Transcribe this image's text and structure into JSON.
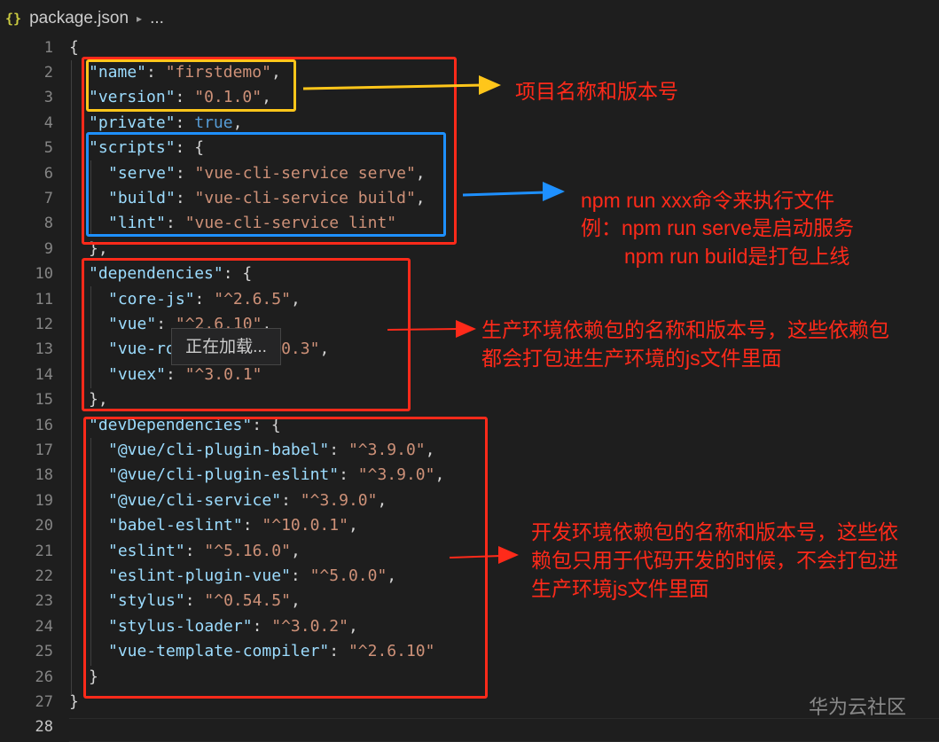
{
  "breadcrumb": {
    "icon": "{}",
    "file": "package.json",
    "separator": "▸",
    "more": "..."
  },
  "line_numbers": [
    "1",
    "2",
    "3",
    "4",
    "5",
    "6",
    "7",
    "8",
    "9",
    "10",
    "11",
    "12",
    "13",
    "14",
    "15",
    "16",
    "17",
    "18",
    "19",
    "20",
    "21",
    "22",
    "23",
    "24",
    "25",
    "26",
    "27",
    "28"
  ],
  "code": [
    [
      {
        "t": "{",
        "c": "p"
      }
    ],
    [
      {
        "t": "\"name\"",
        "c": "k"
      },
      {
        "t": ": ",
        "c": "p"
      },
      {
        "t": "\"firstdemo\"",
        "c": "s"
      },
      {
        "t": ",",
        "c": "p"
      }
    ],
    [
      {
        "t": "\"version\"",
        "c": "k"
      },
      {
        "t": ": ",
        "c": "p"
      },
      {
        "t": "\"0.1.0\"",
        "c": "s"
      },
      {
        "t": ",",
        "c": "p"
      }
    ],
    [
      {
        "t": "\"private\"",
        "c": "k"
      },
      {
        "t": ": ",
        "c": "p"
      },
      {
        "t": "true",
        "c": "b"
      },
      {
        "t": ",",
        "c": "p"
      }
    ],
    [
      {
        "t": "\"scripts\"",
        "c": "k"
      },
      {
        "t": ": {",
        "c": "p"
      }
    ],
    [
      {
        "t": "\"serve\"",
        "c": "k"
      },
      {
        "t": ": ",
        "c": "p"
      },
      {
        "t": "\"vue-cli-service serve\"",
        "c": "s"
      },
      {
        "t": ",",
        "c": "p"
      }
    ],
    [
      {
        "t": "\"build\"",
        "c": "k"
      },
      {
        "t": ": ",
        "c": "p"
      },
      {
        "t": "\"vue-cli-service build\"",
        "c": "s"
      },
      {
        "t": ",",
        "c": "p"
      }
    ],
    [
      {
        "t": "\"lint\"",
        "c": "k"
      },
      {
        "t": ": ",
        "c": "p"
      },
      {
        "t": "\"vue-cli-service lint\"",
        "c": "s"
      }
    ],
    [
      {
        "t": "},",
        "c": "p"
      }
    ],
    [
      {
        "t": "\"dependencies\"",
        "c": "k"
      },
      {
        "t": ": {",
        "c": "p"
      }
    ],
    [
      {
        "t": "\"core-js\"",
        "c": "k"
      },
      {
        "t": ": ",
        "c": "p"
      },
      {
        "t": "\"^2.6.5\"",
        "c": "s"
      },
      {
        "t": ",",
        "c": "p"
      }
    ],
    [
      {
        "t": "\"vue\"",
        "c": "k"
      },
      {
        "t": ": ",
        "c": "p"
      },
      {
        "t": "\"^2.6.10\"",
        "c": "s"
      },
      {
        "t": ",",
        "c": "p"
      }
    ],
    [
      {
        "t": "\"vue-router\"",
        "c": "k"
      },
      {
        "t": ": ",
        "c": "p"
      },
      {
        "t": "\"^3.0.3\"",
        "c": "s"
      },
      {
        "t": ",",
        "c": "p"
      }
    ],
    [
      {
        "t": "\"vuex\"",
        "c": "k"
      },
      {
        "t": ": ",
        "c": "p"
      },
      {
        "t": "\"^3.0.1\"",
        "c": "s"
      }
    ],
    [
      {
        "t": "},",
        "c": "p"
      }
    ],
    [
      {
        "t": "\"devDependencies\"",
        "c": "k"
      },
      {
        "t": ": {",
        "c": "p"
      }
    ],
    [
      {
        "t": "\"@vue/cli-plugin-babel\"",
        "c": "k"
      },
      {
        "t": ": ",
        "c": "p"
      },
      {
        "t": "\"^3.9.0\"",
        "c": "s"
      },
      {
        "t": ",",
        "c": "p"
      }
    ],
    [
      {
        "t": "\"@vue/cli-plugin-eslint\"",
        "c": "k"
      },
      {
        "t": ": ",
        "c": "p"
      },
      {
        "t": "\"^3.9.0\"",
        "c": "s"
      },
      {
        "t": ",",
        "c": "p"
      }
    ],
    [
      {
        "t": "\"@vue/cli-service\"",
        "c": "k"
      },
      {
        "t": ": ",
        "c": "p"
      },
      {
        "t": "\"^3.9.0\"",
        "c": "s"
      },
      {
        "t": ",",
        "c": "p"
      }
    ],
    [
      {
        "t": "\"babel-eslint\"",
        "c": "k"
      },
      {
        "t": ": ",
        "c": "p"
      },
      {
        "t": "\"^10.0.1\"",
        "c": "s"
      },
      {
        "t": ",",
        "c": "p"
      }
    ],
    [
      {
        "t": "\"eslint\"",
        "c": "k"
      },
      {
        "t": ": ",
        "c": "p"
      },
      {
        "t": "\"^5.16.0\"",
        "c": "s"
      },
      {
        "t": ",",
        "c": "p"
      }
    ],
    [
      {
        "t": "\"eslint-plugin-vue\"",
        "c": "k"
      },
      {
        "t": ": ",
        "c": "p"
      },
      {
        "t": "\"^5.0.0\"",
        "c": "s"
      },
      {
        "t": ",",
        "c": "p"
      }
    ],
    [
      {
        "t": "\"stylus\"",
        "c": "k"
      },
      {
        "t": ": ",
        "c": "p"
      },
      {
        "t": "\"^0.54.5\"",
        "c": "s"
      },
      {
        "t": ",",
        "c": "p"
      }
    ],
    [
      {
        "t": "\"stylus-loader\"",
        "c": "k"
      },
      {
        "t": ": ",
        "c": "p"
      },
      {
        "t": "\"^3.0.2\"",
        "c": "s"
      },
      {
        "t": ",",
        "c": "p"
      }
    ],
    [
      {
        "t": "\"vue-template-compiler\"",
        "c": "k"
      },
      {
        "t": ": ",
        "c": "p"
      },
      {
        "t": "\"^2.6.10\"",
        "c": "s"
      }
    ],
    [
      {
        "t": "}",
        "c": "p"
      }
    ],
    [
      {
        "t": "}",
        "c": "p"
      }
    ],
    []
  ],
  "annotations": {
    "name_version": "项目名称和版本号",
    "scripts_line1": "npm run xxx命令来执行文件",
    "scripts_line2": "例：npm run serve是启动服务",
    "scripts_line3": "npm run build是打包上线",
    "deps_line1": "生产环境依赖包的名称和版本号，这些依赖包",
    "deps_line2": "都会打包进生产环境的js文件里面",
    "devdeps_line1": "开发环境依赖包的名称和版本号，这些依",
    "devdeps_line2": "赖包只用于代码开发的时候，不会打包进",
    "devdeps_line3": "生产环境js文件里面"
  },
  "tooltip": "正在加载...",
  "watermark": "华为云社区",
  "colors": {
    "background": "#1e1e1e",
    "json_key": "#9cdcfe",
    "json_string": "#ce9178",
    "json_boolean": "#569cd6",
    "annotation_red": "#ff2a1a",
    "annotation_yellow": "#ffc61a",
    "annotation_blue": "#1e90ff"
  }
}
